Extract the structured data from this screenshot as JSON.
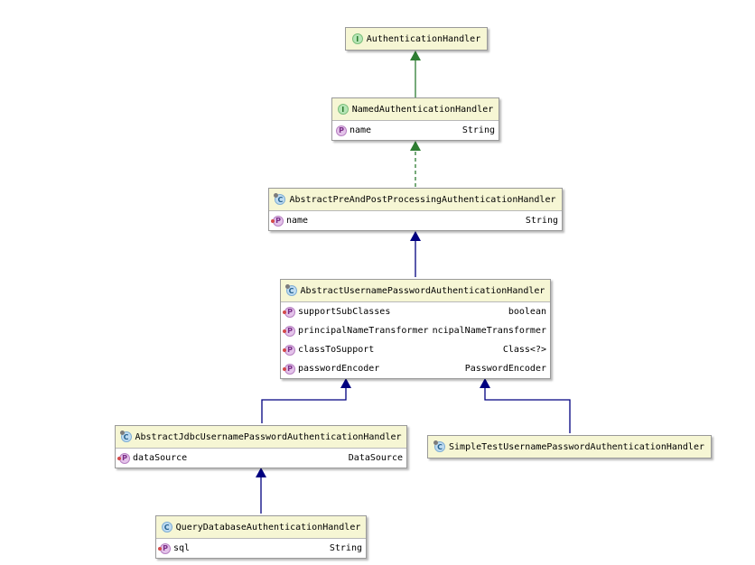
{
  "colors": {
    "implements_arrow": "#2e7d32",
    "extends_arrow": "#000080",
    "header_background": "#f6f6d4"
  },
  "nodes": {
    "authentication_handler": {
      "kind": "interface",
      "name": "AuthenticationHandler",
      "properties": []
    },
    "named_authentication_handler": {
      "kind": "interface",
      "name": "NamedAuthenticationHandler",
      "properties": [
        {
          "name": "name",
          "type": "String"
        }
      ]
    },
    "abstract_pre_post": {
      "kind": "abstract-class",
      "name": "AbstractPreAndPostProcessingAuthenticationHandler",
      "properties": [
        {
          "name": "name",
          "type": "String"
        }
      ]
    },
    "abstract_username_password": {
      "kind": "abstract-class",
      "name": "AbstractUsernamePasswordAuthenticationHandler",
      "properties": [
        {
          "name": "supportSubClasses",
          "type": "boolean"
        },
        {
          "name": "principalNameTransformer",
          "type": "ncipalNameTransformer"
        },
        {
          "name": "classToSupport",
          "type": "Class<?>"
        },
        {
          "name": "passwordEncoder",
          "type": "PasswordEncoder"
        }
      ]
    },
    "abstract_jdbc": {
      "kind": "abstract-class",
      "name": "AbstractJdbcUsernamePasswordAuthenticationHandler",
      "properties": [
        {
          "name": "dataSource",
          "type": "DataSource"
        }
      ]
    },
    "simple_test": {
      "kind": "class",
      "name": "SimpleTestUsernamePasswordAuthenticationHandler",
      "properties": []
    },
    "query_database": {
      "kind": "class",
      "name": "QueryDatabaseAuthenticationHandler",
      "properties": [
        {
          "name": "sql",
          "type": "String"
        }
      ]
    }
  },
  "icons": {
    "interface": "interface-icon",
    "class": "class-icon",
    "abstract-class": "abstract-class-icon",
    "property": "property-icon"
  },
  "edges": [
    {
      "from": "named_authentication_handler",
      "to": "authentication_handler",
      "type": "extends-interface"
    },
    {
      "from": "abstract_pre_post",
      "to": "named_authentication_handler",
      "type": "implements"
    },
    {
      "from": "abstract_username_password",
      "to": "abstract_pre_post",
      "type": "extends"
    },
    {
      "from": "abstract_jdbc",
      "to": "abstract_username_password",
      "type": "extends"
    },
    {
      "from": "simple_test",
      "to": "abstract_username_password",
      "type": "extends"
    },
    {
      "from": "query_database",
      "to": "abstract_jdbc",
      "type": "extends"
    }
  ]
}
